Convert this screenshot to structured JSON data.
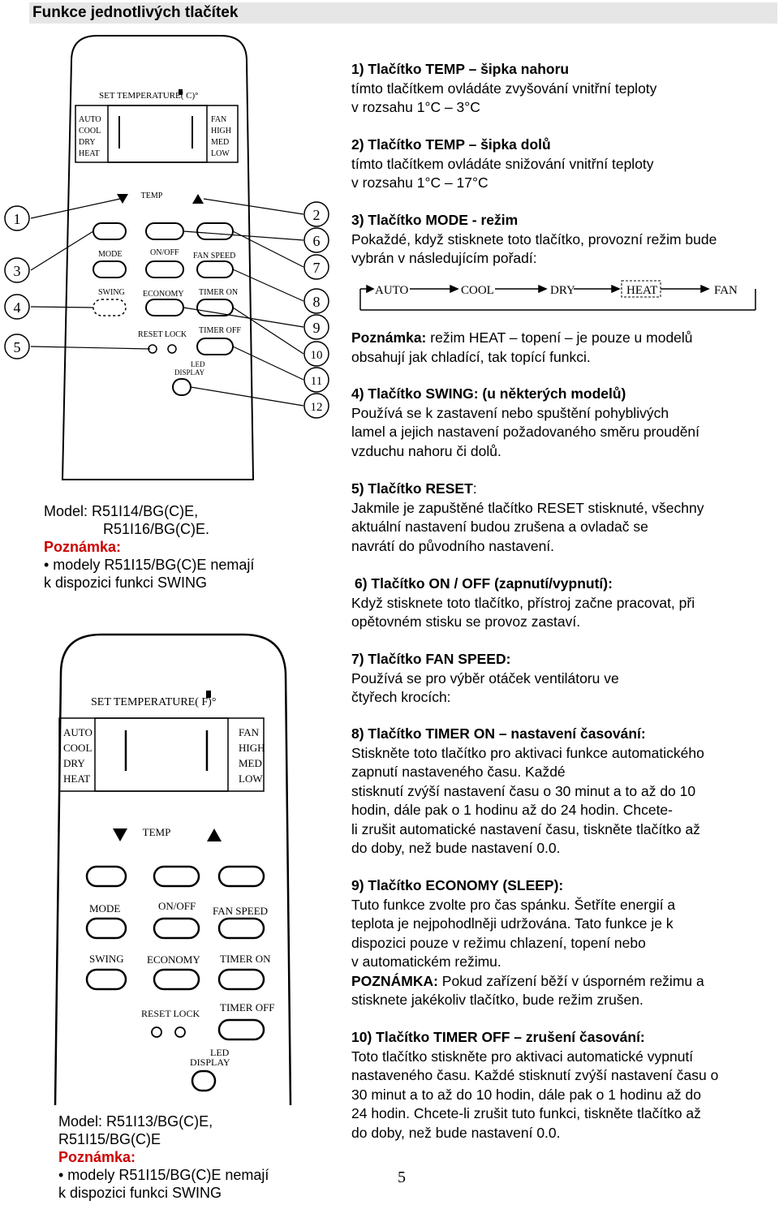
{
  "header": {
    "title": "Funkce jednotlivých tlačítek"
  },
  "remote1": {
    "set_temperature": "SET TEMPERATURE(  C)°",
    "modes": [
      "AUTO",
      "COOL",
      "DRY",
      "HEAT"
    ],
    "fans": [
      "FAN",
      "HIGH",
      "MED",
      "LOW"
    ],
    "temp": "TEMP",
    "mode": "MODE",
    "onoff": "ON/OFF",
    "fan_speed": "FAN SPEED",
    "swing": "SWING",
    "economy": "ECONOMY",
    "timer_on": "TIMER ON",
    "reset_lock": "RESET LOCK",
    "timer_off": "TIMER OFF",
    "led": "LED",
    "display": "DISPLAY",
    "callouts_left": [
      "1",
      "3",
      "4",
      "5"
    ],
    "callouts_right": [
      "2",
      "6",
      "7",
      "8",
      "9",
      "10",
      "11",
      "12"
    ]
  },
  "remote2": {
    "set_temperature": "SET TEMPERATURE(  F)°",
    "modes": [
      "AUTO",
      "COOL",
      "DRY",
      "HEAT"
    ],
    "fans": [
      "FAN",
      "HIGH",
      "MED",
      "LOW"
    ],
    "temp": "TEMP",
    "mode": "MODE",
    "onoff": "ON/OFF",
    "fan_speed": "FAN SPEED",
    "swing": "SWING",
    "economy": "ECONOMY",
    "timer_on": "TIMER ON",
    "reset_lock": "RESET LOCK",
    "timer_off": "TIMER OFF",
    "led": "LED",
    "display": "DISPLAY"
  },
  "model1": {
    "line1": "Model:  R51I14/BG(C)E,",
    "line2": "R51I16/BG(C)E.",
    "note_label": "Poznámka:",
    "bullet1": "• modely R51I15/BG(C)E nemají",
    "bullet2": "k dispozici funkci SWING"
  },
  "model2": {
    "line1": "Model: R51I13/BG(C)E,",
    "line2": "R51I15/BG(C)E",
    "note_label": "Poznámka:",
    "bullet1": "• modely R51I15/BG(C)E nemají",
    "bullet2": "k dispozici funkci SWING"
  },
  "sections": {
    "s1": {
      "title": "1) Tlačítko TEMP – šipka nahoru",
      "l1": "tímto tlačítkem ovládáte zvyšování vnitřní teploty",
      "l2": "v rozsahu 1°C – 3°C"
    },
    "s2": {
      "title": "2) Tlačítko TEMP – šipka dolů",
      "l1": "tímto tlačítkem ovládáte snižování vnitřní teploty",
      "l2": "v rozsahu 1°C – 17°C"
    },
    "s3": {
      "title": "3) Tlačítko MODE - režim",
      "l1": "Pokaždé, když stisknete toto tlačítko, provozní režim bude",
      "l2": "vybrán v následujícím pořadí:"
    },
    "sequence": [
      "AUTO",
      "COOL",
      "DRY",
      "HEAT",
      "FAN"
    ],
    "note3": {
      "label": "Poznámka:",
      "l1": " režim HEAT – topení – je pouze u modelů",
      "l2": "obsahují jak chladící, tak topící funkci."
    },
    "s4": {
      "title": "4) Tlačítko SWING: (u některých modelů)",
      "l1": "Používá se k zastavení nebo spuštění pohyblivých",
      "l2": "lamel a jejich nastavení  požadovaného směru proudění",
      "l3": "vzduchu nahoru či dolů."
    },
    "s5": {
      "title": "5) Tlačítko RESET",
      "colon": ":",
      "l1": "Jakmile je zapuštěné tlačítko RESET stisknuté, všechny",
      "l2": "aktuální nastavení budou zrušena a ovladač se",
      "l3": "navrátí do původního nastavení."
    },
    "s6": {
      "title": "6) Tlačítko ON / OFF (zapnutí/vypnutí):",
      "l1": "Když stisknete toto tlačítko, přístroj začne pracovat, při",
      "l2": "opětovném stisku se provoz zastaví."
    },
    "s7": {
      "title": "7) Tlačítko FAN SPEED:",
      "l1": "Používá se pro výběr otáček ventilátoru ve",
      "l2": "čtyřech krocích:"
    },
    "s8": {
      "title": "8) Tlačítko TIMER ON – nastavení časování:",
      "l1": "Stiskněte toto tlačítko pro aktivaci funkce automatického",
      "l2": "zapnutí nastaveného času. Každé",
      "l3": "stisknutí zvýší nastavení času o 30 minut a to až do 10",
      "l4": "hodin, dále pak o 1 hodinu až do 24 hodin. Chcete-",
      "l5": "li zrušit automatické nastavení času, tiskněte tlačítko až",
      "l6": "do doby, než bude nastavení 0.0."
    },
    "s9": {
      "title": "9) Tlačítko ECONOMY (SLEEP):",
      "l1": "Tuto funkce zvolte pro čas spánku. Šetříte energií a",
      "l2": "teplota je nejpohodlněji udržována. Tato funkce je k",
      "l3": "dispozici pouze v režimu chlazení, topení nebo",
      "l4": "v automatickém režimu.",
      "note_label": "POZNÁMKA:",
      "l5": " Pokud zařízení běží v úsporném režimu a",
      "l6": "stisknete jakékoliv tlačítko, bude režim zrušen."
    },
    "s10": {
      "title": "10) Tlačítko TIMER OFF – zrušení časování:",
      "l1": "Toto tlačítko stiskněte pro aktivaci automatické vypnutí",
      "l2": "nastaveného času. Každé stisknutí zvýší nastavení času o",
      "l3": "30 minut a to až do 10 hodin, dále pak o 1 hodinu až do",
      "l4": "24 hodin. Chcete-li zrušit tuto funkci, tiskněte tlačítko až",
      "l5": "do doby, než bude nastavení 0.0."
    }
  },
  "page_number": "5"
}
